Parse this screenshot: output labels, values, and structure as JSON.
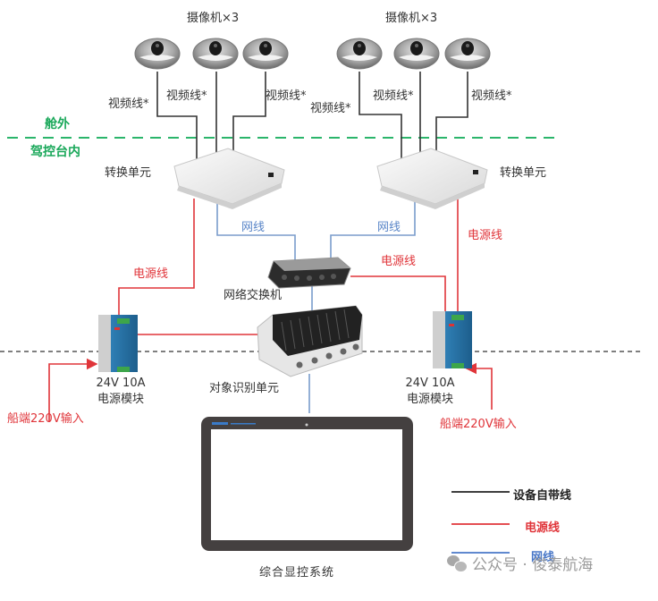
{
  "zones": {
    "outside": "舱外",
    "inside": "驾控台内"
  },
  "camera_groups": [
    {
      "title": "摄像机×3",
      "cable_labels": [
        "视频线*",
        "视频线*",
        "视频线*"
      ]
    },
    {
      "title": "摄像机×3",
      "cable_labels": [
        "视频线*",
        "视频线*",
        "视频线*"
      ]
    }
  ],
  "devices": {
    "converter_left": "转换单元",
    "converter_right": "转换单元",
    "switch": "网络交换机",
    "recognition_unit": "对象识别单元",
    "display_system": "综合显控系统",
    "psu_left": {
      "line1": "24V 10A",
      "line2": "电源模块"
    },
    "psu_right": {
      "line1": "24V 10A",
      "line2": "电源模块"
    }
  },
  "cable_labels": {
    "net_left": "网线",
    "net_right": "网线",
    "power_left": "电源线",
    "power_switch": "电源线",
    "power_right": "电源线",
    "input_left": "船端220V输入",
    "input_right": "船端220V输入"
  },
  "legend": {
    "items": [
      {
        "label": "设备自带线",
        "color": "#222222"
      },
      {
        "label": "电源线",
        "color": "#e0353a"
      },
      {
        "label": "网线",
        "color": "#4a78c8"
      }
    ]
  },
  "watermark": "公众号 · 俊泰航海",
  "colors": {
    "device_cable": "#333333",
    "power": "#e0353a",
    "network": "#7a9ccc",
    "zone_divider": "#2bb56b",
    "floor_divider": "#555555"
  }
}
